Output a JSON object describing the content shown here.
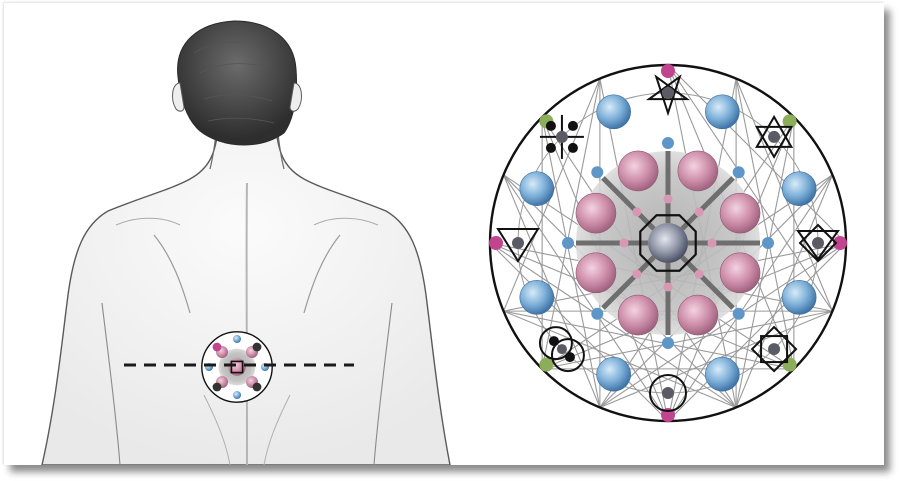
{
  "illustration": {
    "subject": "human-back-outline",
    "placement_line": "dashed",
    "colors": {
      "skin_stroke": "#5a5a5a",
      "hair": "#3a3a3a",
      "dash_line": "#1a1a1a",
      "grid_lines": "#9a9a9a",
      "outer_ring": "#111111",
      "inner_shade": "#bdbdbd",
      "spokes": "#6e6e6e",
      "pink_stone": "#c98aa6",
      "blue_stone": "#6fa0cc",
      "small_blue": "#5e96c8",
      "magenta_dot": "#c0458e",
      "green_dot": "#8cae5a",
      "center_stone": "#8a8f9e"
    }
  },
  "grid_emblem": {
    "symbols": [
      "inverted-pentagram-symbol",
      "hexagram-symbol",
      "downward-diamond-triangle-symbol",
      "star-of-david-square-symbol",
      "circle-dot-symbol",
      "double-circle-dots-symbol",
      "inverted-triangle-symbol",
      "four-dots-cross-symbol"
    ],
    "stones": {
      "center": "quartz",
      "inner_ring": "rose-quartz",
      "outer_ring": "blue-topaz"
    }
  }
}
